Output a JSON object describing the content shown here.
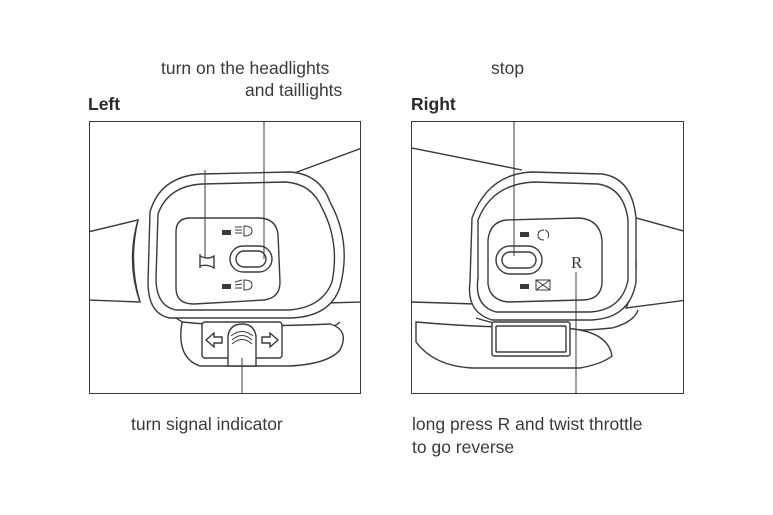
{
  "left": {
    "title": "Left",
    "labels": {
      "headlights_line1": "turn on the headlights",
      "headlights_line2": "and taillights",
      "horn": "horn",
      "turn_signal": "turn signal indicator"
    }
  },
  "right": {
    "title": "Right",
    "labels": {
      "stop": "stop",
      "reverse_line1": "long press R and twist throttle",
      "reverse_line2": "to go reverse",
      "r_button": "R"
    }
  }
}
